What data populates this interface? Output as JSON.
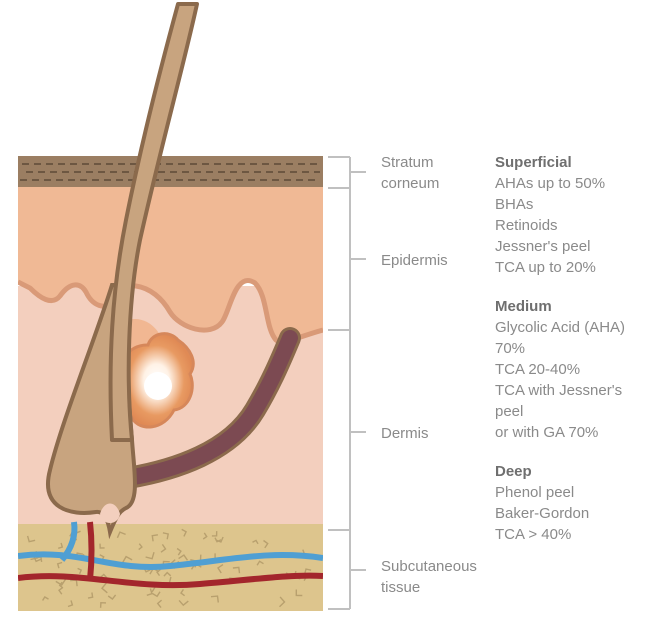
{
  "colors": {
    "stratum": "#9b7e62",
    "epidermis": "#f0b995",
    "dermis": "#f3cfbe",
    "subcutaneous": "#ddc58d",
    "hair": "#c8a47f",
    "hair_outline": "#8b6a4c",
    "vessel_blue": "#4f9fd3",
    "vessel_red": "#a3262c",
    "gland": "#7c4a52",
    "bracket": "#c0c0c0",
    "label_text": "#8a8a8a"
  },
  "layers": [
    {
      "name": "Stratum corneum",
      "line1": "Stratum",
      "line2": "corneum"
    },
    {
      "name": "Epidermis",
      "line1": "Epidermis"
    },
    {
      "name": "Dermis",
      "line1": "Dermis"
    },
    {
      "name": "Subcutaneous tissue",
      "line1": "Subcutaneous",
      "line2": "tissue"
    }
  ],
  "peels": [
    {
      "title": "Superficial",
      "items": [
        "AHAs up to 50%",
        "BHAs",
        "Retinoids",
        "Jessner's peel",
        "TCA up to 20%"
      ]
    },
    {
      "title": "Medium",
      "items": [
        "Glycolic Acid (AHA)",
        "70%",
        "TCA 20-40%",
        "TCA with Jessner's",
        "peel",
        "or with GA 70%"
      ]
    },
    {
      "title": "Deep",
      "items": [
        "Phenol peel",
        "Baker-Gordon",
        "TCA > 40%"
      ]
    }
  ]
}
